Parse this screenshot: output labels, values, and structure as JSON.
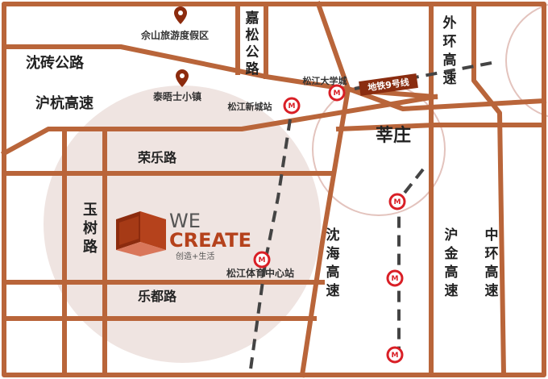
{
  "colors": {
    "road": "#b9653a",
    "circle_fill": "#efe4e1",
    "circle_stroke": "#e3c3bd",
    "metro": "#d91f26",
    "dash": "#444444",
    "logo_dark": "#8c2b0e",
    "logo_mid": "#b5421c",
    "logo_light": "#d9765a",
    "line_label_bg": "#8a2d10"
  },
  "roads": {
    "shenzhuan": "沈砖公路",
    "huhang": "沪杭高速",
    "rongle": "荣乐路",
    "yushu": [
      "玉",
      "树",
      "路"
    ],
    "ledu": "乐都路",
    "jiasong": [
      "嘉",
      "松",
      "公",
      "路"
    ],
    "waihuan": [
      "外",
      "环",
      "高",
      "速"
    ],
    "shenhai": [
      "沈",
      "海",
      "高",
      "速"
    ],
    "hujin": [
      "沪",
      "金",
      "高",
      "速"
    ],
    "zhonghuan": [
      "中",
      "环",
      "高",
      "速"
    ]
  },
  "places": {
    "sheshan": "佘山旅游度假区",
    "taiwushi": "泰晤士小镇",
    "xinzhuang": "莘庄"
  },
  "stations": {
    "songjiang_university": "松江大学城",
    "songjiang_newtown": "松江新城站",
    "songjiang_stadium": "松江体育中心站"
  },
  "metro_line": "地铁9号线",
  "icons": {
    "pin": "map-pin-icon",
    "metro": "metro-station-icon",
    "logo": "we-create-logo-icon"
  },
  "logo": {
    "line1": "WE",
    "line2": "CREATE",
    "tagline": "创造+生活"
  }
}
